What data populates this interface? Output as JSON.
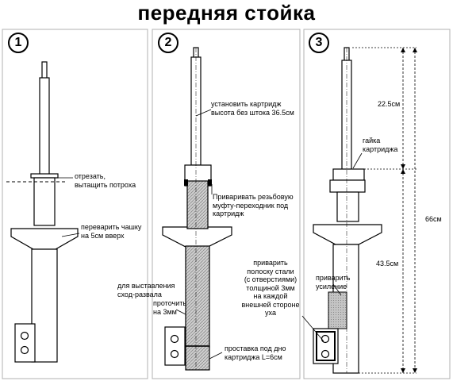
{
  "title": "передняя стойка",
  "panels": [
    {
      "number": "1",
      "labels": {
        "cut": "отрезать,\nвытащить потроха",
        "cup": "переварить чашку\nна 5см вверх"
      }
    },
    {
      "number": "2",
      "labels": {
        "cartridge": "установить картридж\nвысота без штока 36.5см",
        "coupling": "Приваривать резьбовую\nмуфту-переходник под\nкартридж",
        "camber": "для выставления\nсход-развала",
        "bore": "проточить\nна 3мм",
        "spacer": "проставка под дно\nкартриджа L=6см"
      }
    },
    {
      "number": "3",
      "labels": {
        "nut": "гайка\nкартриджа",
        "rod_len": "22.5см",
        "total_len": "66см",
        "body_len": "43.5см",
        "reinforcement": "приварить\nусиление",
        "strip": "приварить\nполоску стали\n(с отверстиями)\nтолщиной 3мм\nна каждой\nвнешней стороне\nуха"
      }
    }
  ],
  "colors": {
    "stroke": "#000000",
    "hatch": "#9a9a9a",
    "panel_border": "#b0b0b0",
    "background": "#ffffff"
  }
}
